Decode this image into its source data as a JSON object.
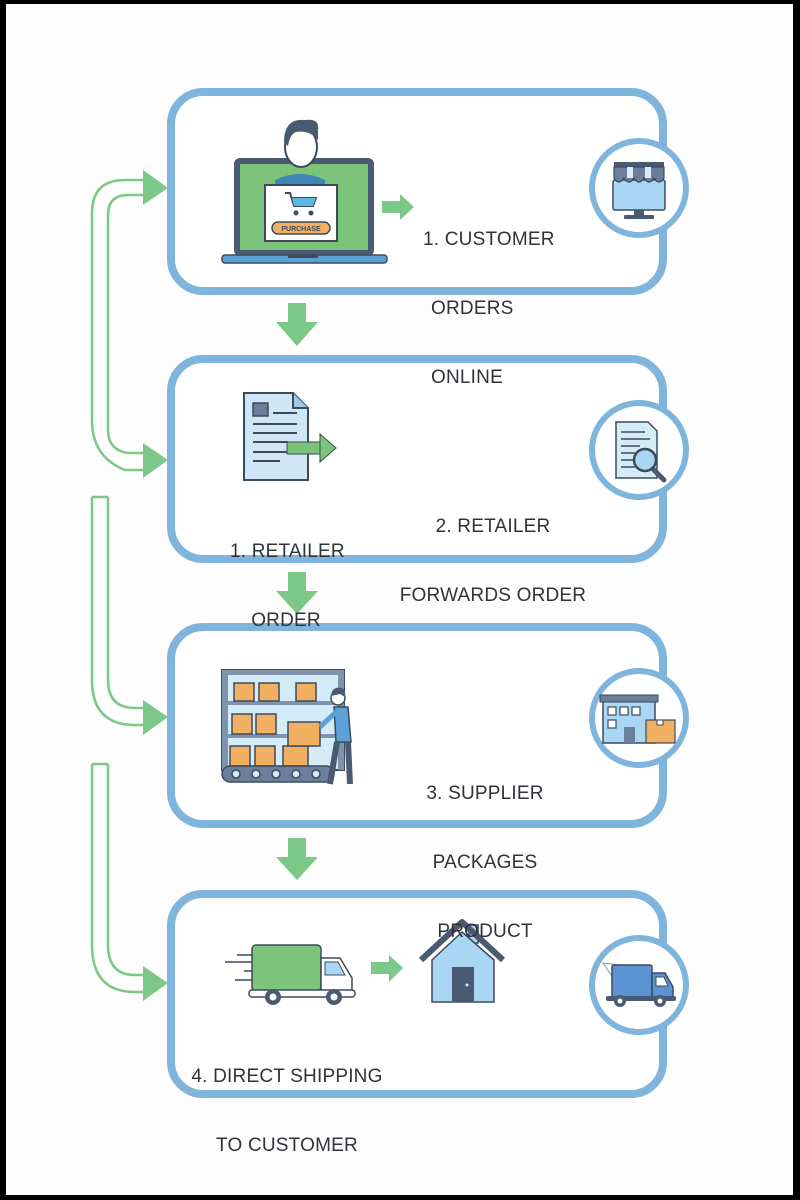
{
  "diagram": {
    "title": "Dropshipping order flow",
    "colors": {
      "box_border": "#7fb4dc",
      "arrow_green": "#7cc888",
      "arrow_outline": "#7cc888",
      "icon_dark": "#4a5a70",
      "icon_light_blue": "#a9d6f2",
      "icon_green": "#7cc479",
      "icon_orange": "#f1b061",
      "text": "#2f3338"
    },
    "steps": [
      {
        "id": "customer-orders",
        "label_lines": [
          "1. CUSTOMER",
          "ORDERS",
          "ONLINE"
        ],
        "illustration": "laptop-shopping-icon",
        "illustration_button_text": "PURCHASE",
        "badge_icon": "storefront-monitor-icon"
      },
      {
        "id": "retailer-forwards",
        "sub_label_lines": [
          "1. RETAILER",
          "ORDER"
        ],
        "label_lines": [
          "2. RETAILER",
          "FORWARDS ORDER"
        ],
        "illustration": "document-forward-icon",
        "badge_icon": "document-search-icon"
      },
      {
        "id": "supplier-packages",
        "label_lines": [
          "3. SUPPLIER",
          "PACKAGES",
          "PRODUCT"
        ],
        "illustration": "warehouse-worker-icon",
        "badge_icon": "warehouse-building-icon"
      },
      {
        "id": "direct-shipping",
        "label_lines": [
          "4. DIRECT SHIPPING",
          "TO CUSTOMER"
        ],
        "illustration": "delivery-truck-to-house-icon",
        "badge_icon": "fast-delivery-truck-icon"
      }
    ],
    "connectors": {
      "down_arrows": [
        "step1-to-step2",
        "step2-to-step3",
        "step3-to-step4"
      ],
      "side_arrows": [
        "loop-step2-to-step1",
        "step2-to-step3-side",
        "step3-to-step4-side"
      ]
    }
  }
}
